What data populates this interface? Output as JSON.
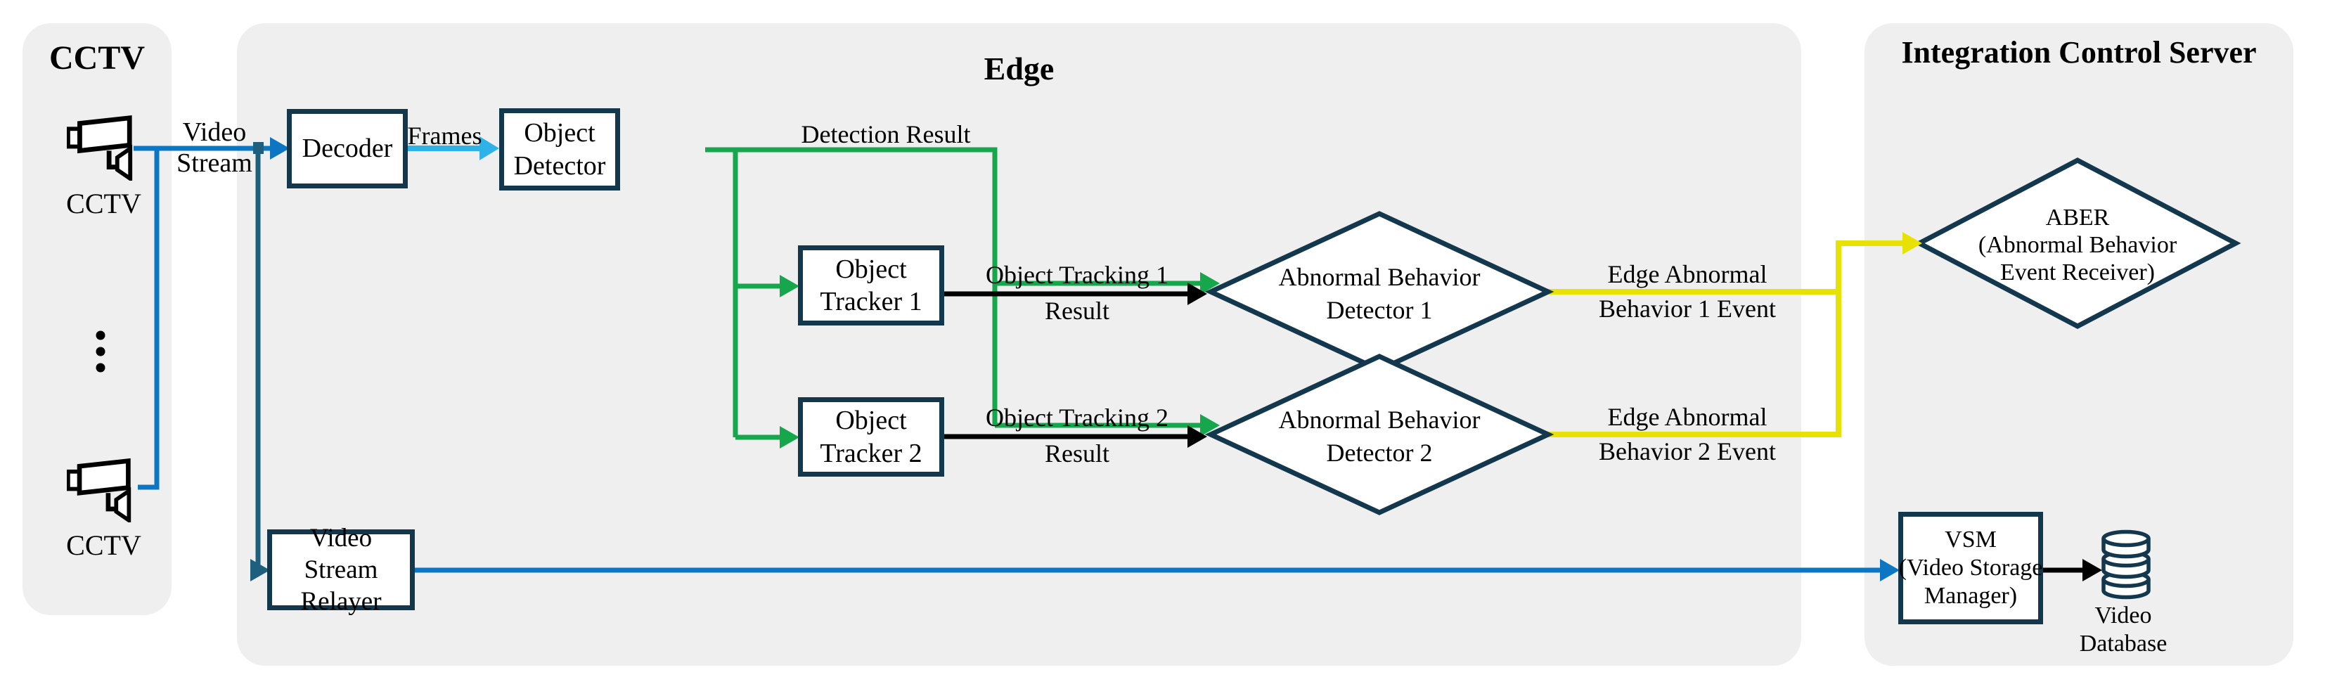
{
  "colors": {
    "panel_bg": "#efefef",
    "outline_navy": "#13384d",
    "video_stream_blue": "#0d76c3",
    "relay_teal": "#1f5f7e",
    "frames_light_blue": "#2fb2e8",
    "detection_green": "#16a74c",
    "event_yellow": "#e8e104",
    "tracking_black": "#000000"
  },
  "panels": {
    "cctv": {
      "title": "CCTV"
    },
    "edge": {
      "title": "Edge"
    },
    "server": {
      "title_line1": "Integration Control",
      "title_line2": "Server"
    }
  },
  "nodes": {
    "camera_top": {
      "label": "CCTV"
    },
    "camera_bottom": {
      "label": "CCTV"
    },
    "decoder": {
      "label": "Decoder"
    },
    "object_detector": {
      "line1": "Object",
      "line2": "Detector"
    },
    "object_tracker1": {
      "line1": "Object",
      "line2": "Tracker 1"
    },
    "object_tracker2": {
      "line1": "Object",
      "line2": "Tracker 2"
    },
    "abnormal_detector1": {
      "line1": "Abnormal Behavior",
      "line2": "Detector 1"
    },
    "abnormal_detector2": {
      "line1": "Abnormal Behavior",
      "line2": "Detector 2"
    },
    "video_stream_relayer": {
      "line1": "Video Stream",
      "line2": "Relayer"
    },
    "aber": {
      "line1": "ABER",
      "line2": "(Abnormal Behavior",
      "line3": "Event Receiver)"
    },
    "vsm": {
      "line1": "VSM",
      "line2": "(Video Storage",
      "line3": "Manager)"
    },
    "video_database": {
      "line1": "Video",
      "line2": "Database"
    }
  },
  "edge_labels": {
    "video_stream": {
      "line1": "Video",
      "line2": "Stream"
    },
    "frames": "Frames",
    "detection_result": "Detection Result",
    "tracking1": {
      "line1": "Object Tracking 1",
      "line2": "Result"
    },
    "tracking2": {
      "line1": "Object Tracking 2",
      "line2": "Result"
    },
    "event1": {
      "line1": "Edge Abnormal",
      "line2": "Behavior 1 Event"
    },
    "event2": {
      "line1": "Edge Abnormal",
      "line2": "Behavior 2 Event"
    }
  },
  "icons": {
    "camera": "cctv-camera-icon",
    "dots": "vertical-ellipsis-icon",
    "database": "database-cylinder-icon"
  }
}
